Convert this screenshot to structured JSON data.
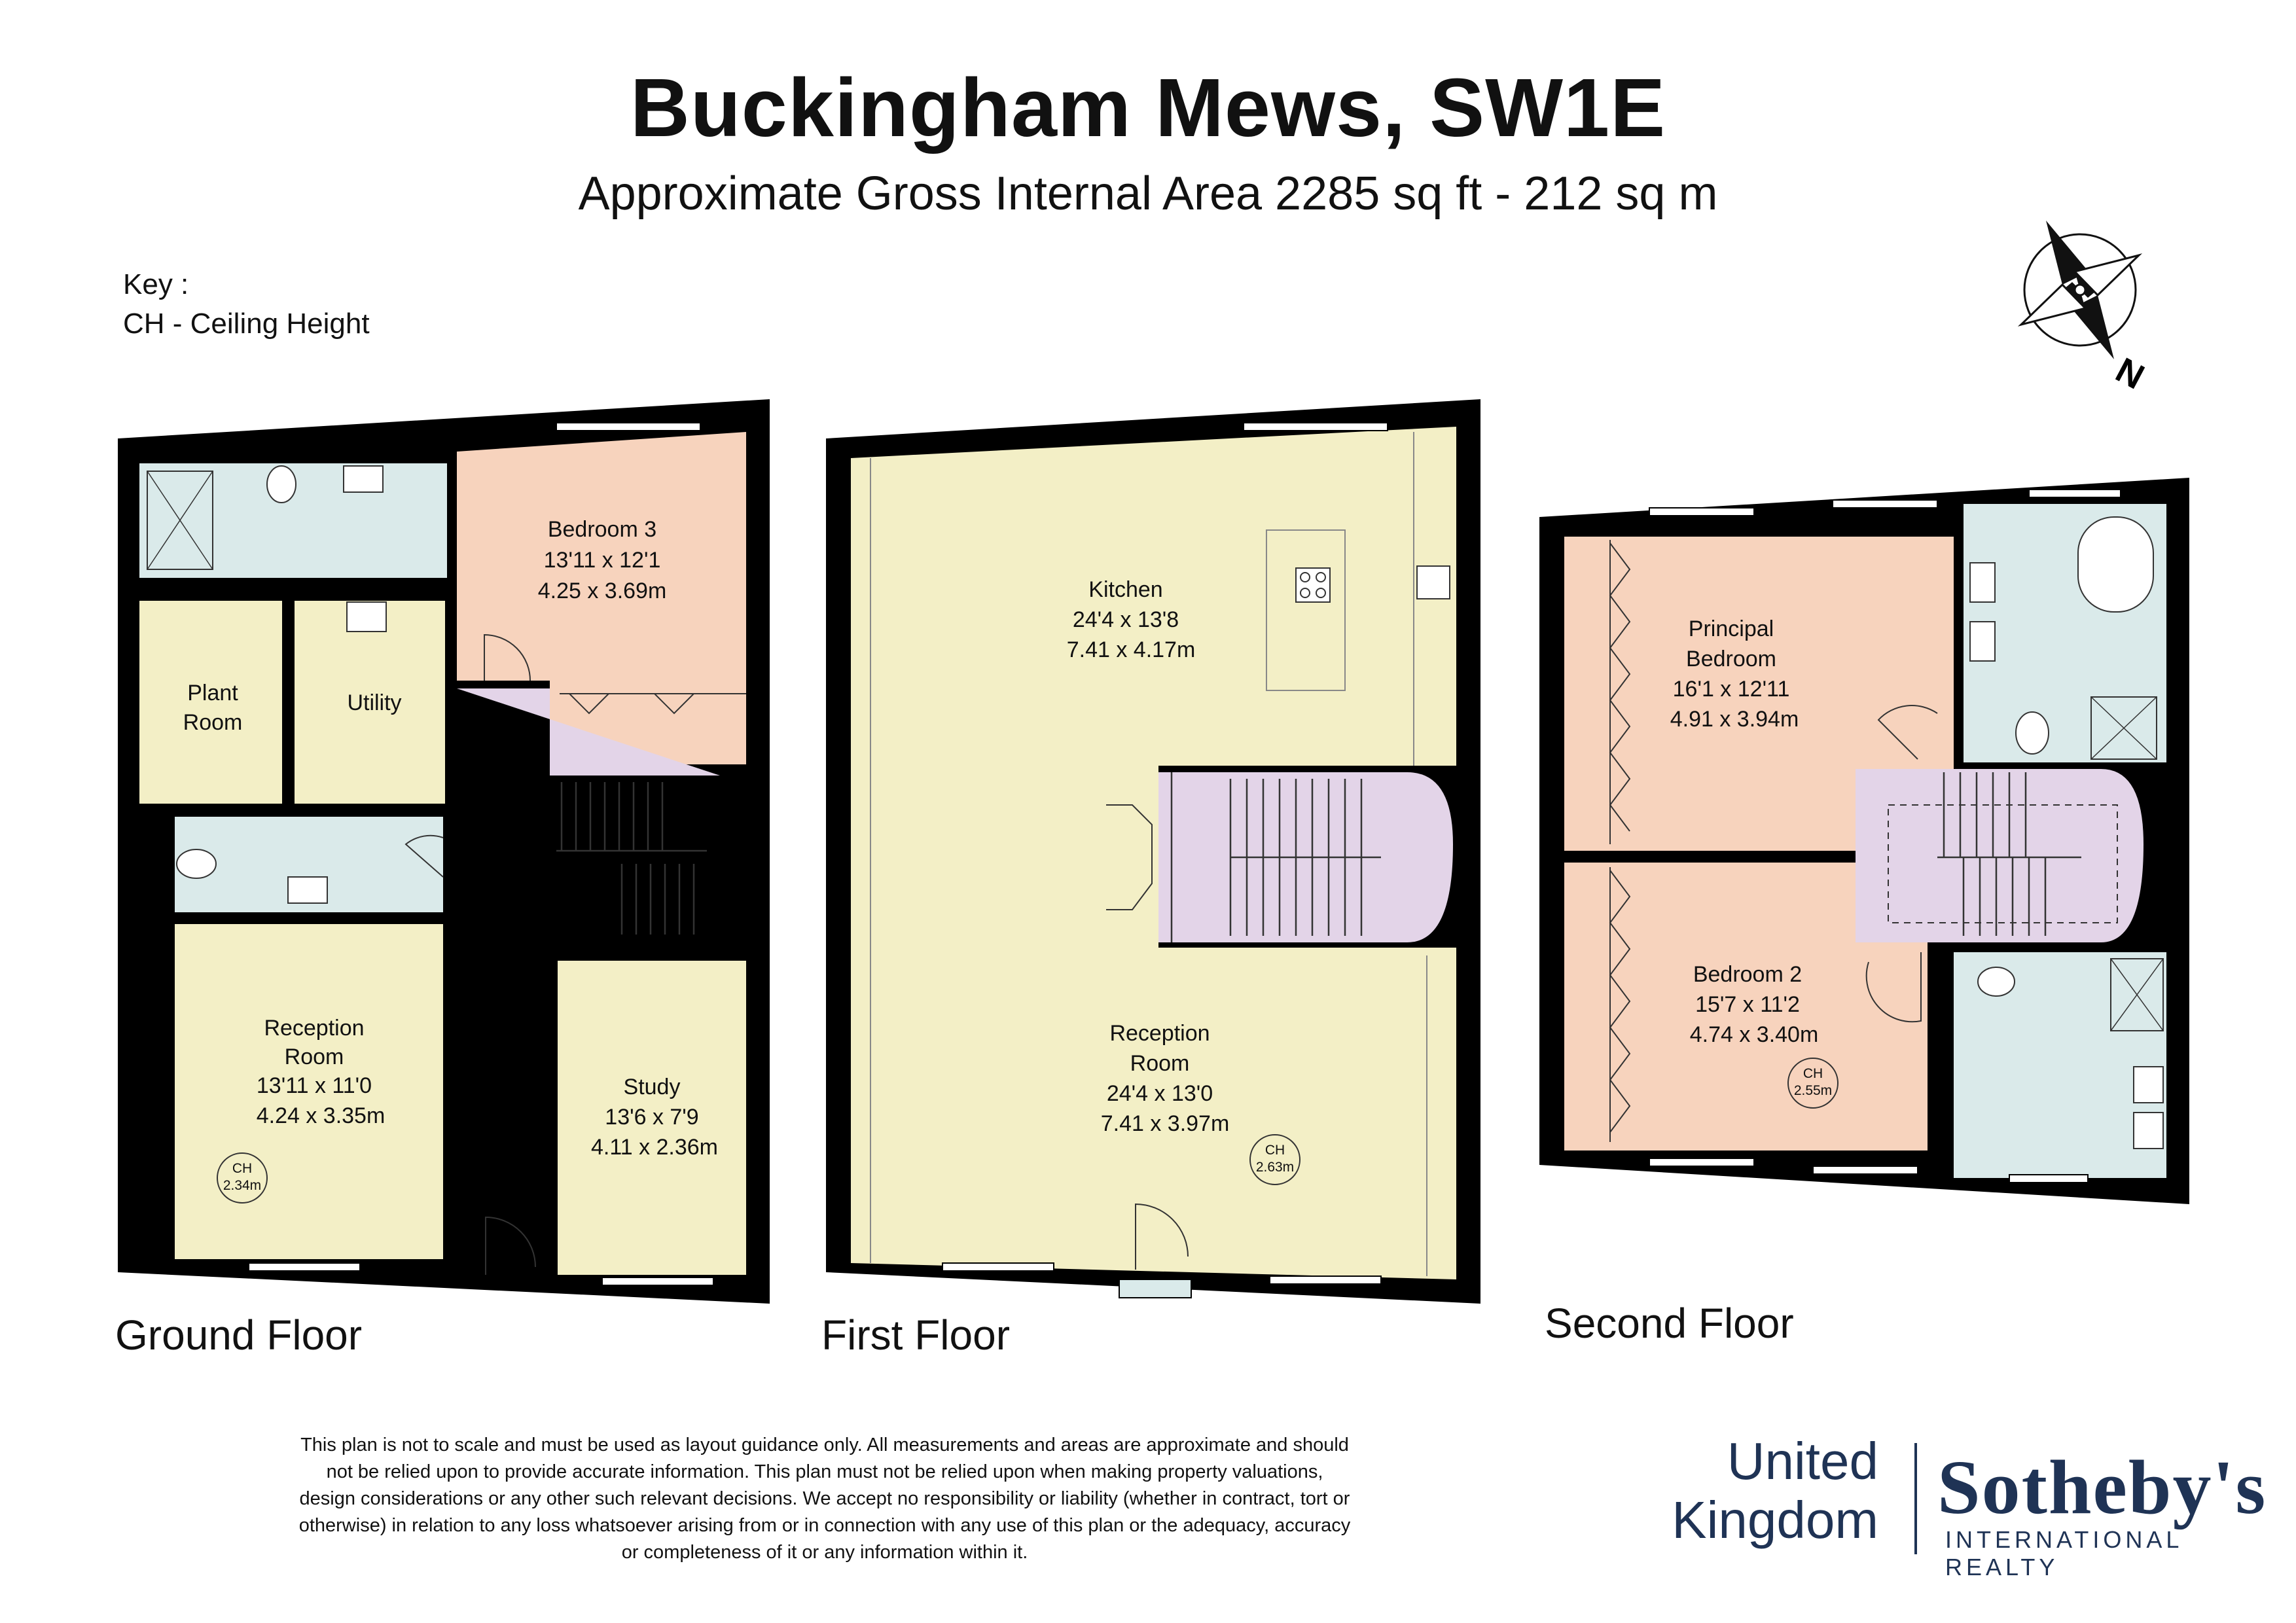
{
  "header": {
    "title": "Buckingham Mews, SW1E",
    "subtitle": "Approximate Gross Internal Area 2285 sq ft - 212 sq m"
  },
  "key": {
    "heading": "Key :",
    "ch": "CH - Ceiling Height"
  },
  "compass": {
    "label": "N"
  },
  "floors": {
    "ground": {
      "label": "Ground Floor",
      "bedroom3": {
        "name": "Bedroom 3",
        "imperial": "13'11 x 12'1",
        "metric": "4.25 x 3.69m"
      },
      "plant": {
        "name1": "Plant",
        "name2": "Room"
      },
      "utility": {
        "name": "Utility"
      },
      "reception": {
        "name1": "Reception",
        "name2": "Room",
        "imperial": "13'11 x 11'0",
        "metric": "4.24 x 3.35m",
        "ch_label": "CH",
        "ch_value": "2.34m"
      },
      "study": {
        "name": "Study",
        "imperial": "13'6 x 7'9",
        "metric": "4.11 x 2.36m"
      }
    },
    "first": {
      "label": "First Floor",
      "kitchen": {
        "name": "Kitchen",
        "imperial": "24'4 x 13'8",
        "metric": "7.41 x 4.17m"
      },
      "reception": {
        "name1": "Reception",
        "name2": "Room",
        "imperial": "24'4 x 13'0",
        "metric": "7.41 x 3.97m",
        "ch_label": "CH",
        "ch_value": "2.63m"
      }
    },
    "second": {
      "label": "Second Floor",
      "principal": {
        "name1": "Principal",
        "name2": "Bedroom",
        "imperial": "16'1 x 12'11",
        "metric": "4.91 x 3.94m"
      },
      "bedroom2": {
        "name": "Bedroom 2",
        "imperial": "15'7 x 11'2",
        "metric": "4.74 x 3.40m",
        "ch_label": "CH",
        "ch_value": "2.55m"
      }
    }
  },
  "disclaimer": {
    "lines": [
      "This plan is not to scale and must be used as layout guidance only. All measurements and areas are approximate and should",
      "not be relied upon to provide accurate information. This plan must not be relied upon when making property valuations,",
      "design considerations or any other such relevant decisions. We accept no responsibility or liability (whether in contract, tort or",
      "otherwise) in relation to any loss whatsoever arising from or in connection with any use of this plan or the adequacy, accuracy",
      "or completeness of it or any information within it."
    ]
  },
  "brand": {
    "united": "United",
    "kingdom": "Kingdom",
    "sothebys": "Sotheby's",
    "realty": "INTERNATIONAL REALTY"
  },
  "colors": {
    "wall": "#000000",
    "bedroom": "#f7d3bd",
    "bathroom": "#daeaea",
    "living": "#f3efc6",
    "circulation": "#e3d4e8"
  }
}
